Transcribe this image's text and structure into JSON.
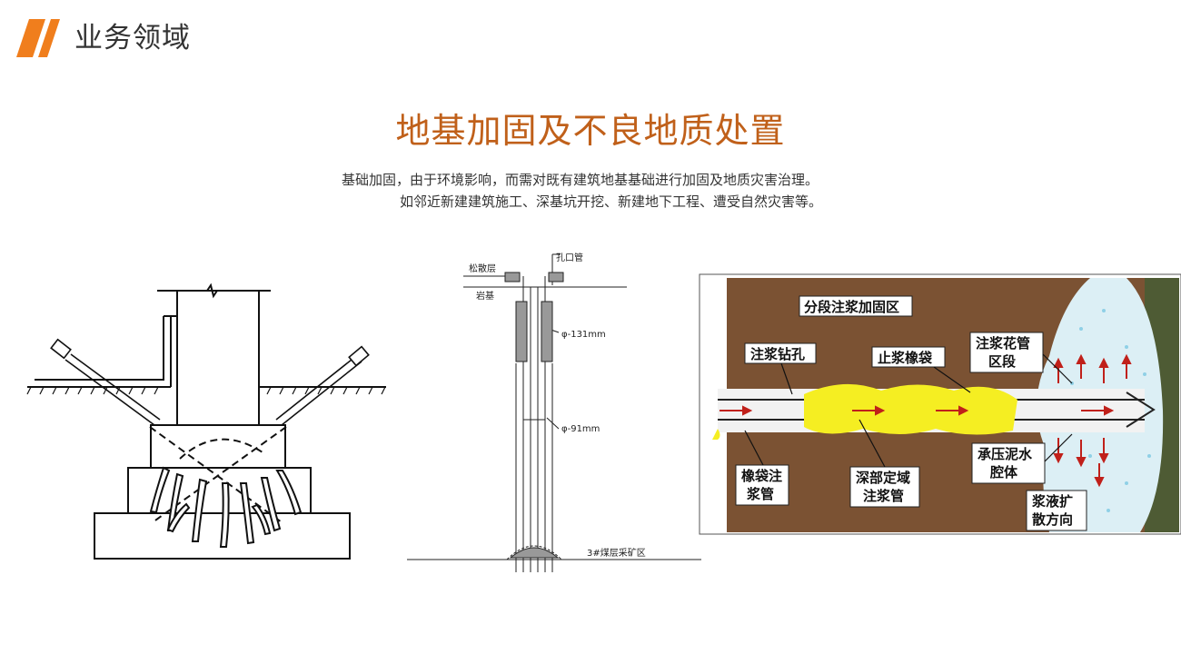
{
  "header": {
    "title": "业务领域",
    "accent_color": "#F07E1D"
  },
  "main": {
    "title": "地基加固及不良地质处置",
    "title_color": "#C0601A",
    "desc_line1": "基础加固，由于环境影响，而需对既有建筑地基基础进行加固及地质灾害治理。",
    "desc_line2": "如邻近新建建筑施工、深基坑开挖、新建地下工程、遭受自然灾害等。"
  },
  "fig2": {
    "label_loose": "松散层",
    "label_rock": "岩基",
    "label_pipe": "孔口管",
    "label_d131": "φ-131mm",
    "label_d91": "φ-91mm",
    "label_mine": "3#煤层采矿区"
  },
  "fig3": {
    "zone_label": "分段注浆加固区",
    "hole_label": "注浆钻孔",
    "bag_label": "止浆橡袋",
    "flower_l1": "注浆花管",
    "flower_l2": "区段",
    "bagpipe_l1": "橡袋注",
    "bagpipe_l2": "浆管",
    "deep_l1": "深部定域",
    "deep_l2": "注浆管",
    "mud_l1": "承压泥水",
    "mud_l2": "腔体",
    "spread_l1": "浆液扩",
    "spread_l2": "散方向",
    "soil_color": "#7B5233",
    "grout_color": "#F5EE22"
  }
}
